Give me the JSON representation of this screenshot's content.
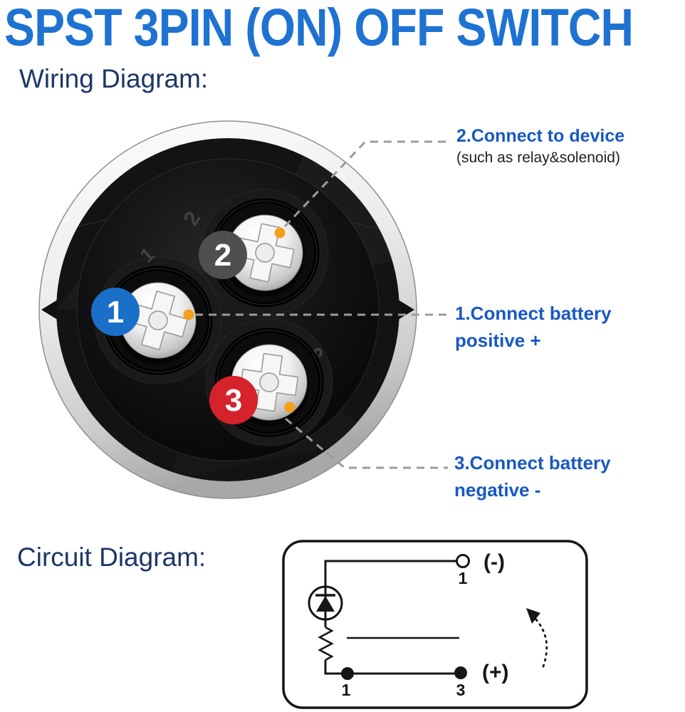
{
  "title": "SPST 3PIN (ON) OFF SWITCH",
  "wiring": {
    "heading": "Wiring Diagram:",
    "badges": [
      {
        "num": "1",
        "color": "#1a6fc9"
      },
      {
        "num": "2",
        "color": "#4f4f51"
      },
      {
        "num": "3",
        "color": "#d5222b"
      }
    ],
    "embossed_pins": [
      "1",
      "2",
      "3"
    ],
    "callouts": {
      "device": {
        "line1": "2.Connect to device",
        "line2": "(such as relay&solenoid)"
      },
      "positive": {
        "line1": "1.Connect battery",
        "line2": "positive +"
      },
      "negative": {
        "line1": "3.Connect battery",
        "line2": "negative -"
      }
    }
  },
  "circuit": {
    "heading": "Circuit Diagram:",
    "top_terminal": {
      "num": "1",
      "sign": "(-)"
    },
    "bottom_left_terminal": {
      "num": "1"
    },
    "bottom_right_terminal": {
      "num": "3",
      "sign": "(+)"
    }
  },
  "colors": {
    "title_blue": "#1e72d2",
    "callout_blue": "#1859c2",
    "heading_navy": "#1c3766",
    "leader_gray": "#9c9c9c",
    "orange_dot": "#f4a018",
    "circuit_line": "#161616"
  }
}
